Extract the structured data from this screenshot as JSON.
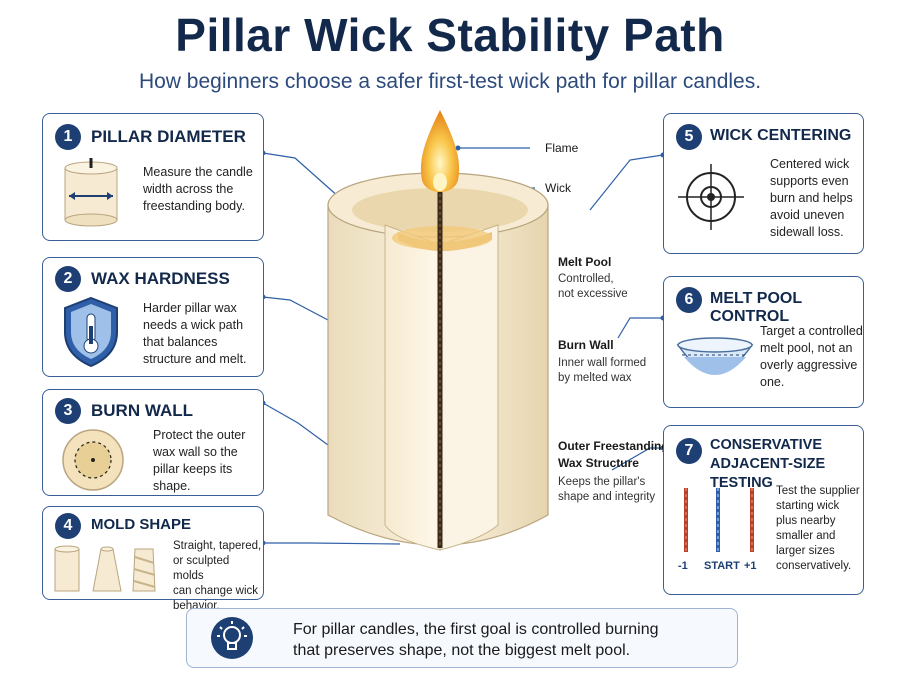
{
  "title": "Pillar Wick Stability Path",
  "subtitle": "How beginners choose a safer first-test wick path for pillar candles.",
  "cards": {
    "c1": {
      "num": "1",
      "title": "PILLAR DIAMETER",
      "lines": [
        "Measure the candle",
        "width across the",
        "freestanding body."
      ]
    },
    "c2": {
      "num": "2",
      "title": "WAX HARDNESS",
      "lines": [
        "Harder pillar wax",
        "needs a wick path",
        "that balances",
        "structure and melt."
      ]
    },
    "c3": {
      "num": "3",
      "title": "BURN WALL",
      "lines": [
        "Protect the outer",
        "wax wall so the",
        "pillar keeps its",
        "shape."
      ]
    },
    "c4": {
      "num": "4",
      "title": "MOLD SHAPE",
      "lines": [
        "Straight, tapered,",
        "or sculpted molds",
        "can change wick",
        "behavior."
      ]
    },
    "c5": {
      "num": "5",
      "title": "WICK CENTERING",
      "lines": [
        "Centered wick",
        "supports even",
        "burn and helps",
        "avoid uneven",
        "sidewall loss."
      ]
    },
    "c6": {
      "num": "6",
      "title": "MELT POOL CONTROL",
      "lines": [
        "Target a controlled",
        "melt pool, not an",
        "overly aggressive",
        "one."
      ]
    },
    "c7": {
      "num": "7",
      "title_lines": [
        "CONSERVATIVE",
        "ADJACENT-SIZE TESTING"
      ],
      "lines": [
        "Test the supplier",
        "starting wick",
        "plus nearby",
        "smaller and",
        "larger sizes",
        "conservatively."
      ],
      "wick_labels": [
        "-1",
        "START",
        "+1"
      ]
    }
  },
  "candle_labels": {
    "flame": "Flame",
    "wick": "Wick",
    "melt_pool": "Melt Pool",
    "melt_pool_sub": [
      "Controlled,",
      "not excessive"
    ],
    "burn_wall": "Burn Wall",
    "burn_wall_sub": [
      "Inner wall formed",
      "by melted wax"
    ],
    "outer": [
      "Outer Freestanding",
      "Wax Structure"
    ],
    "outer_sub": [
      "Keeps the pillar's",
      "shape and integrity"
    ]
  },
  "footer": {
    "lines": [
      "For pillar candles, the first goal is controlled burning",
      "that preserves shape, not the biggest melt pool."
    ]
  },
  "colors": {
    "navy": "#13294b",
    "accent": "#1d3f73",
    "wax": "#f3e6c8",
    "flame": "#f5b32a",
    "minus": "#b8402b",
    "start": "#2f5fa8"
  }
}
